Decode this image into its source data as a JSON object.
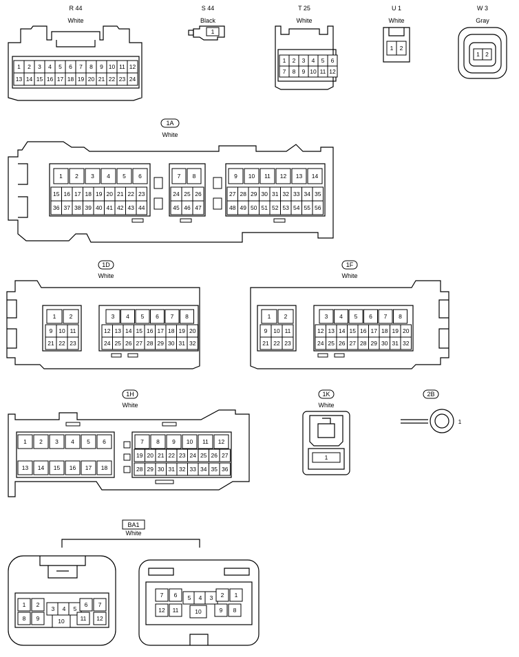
{
  "connectors": {
    "r44": {
      "name": "R 44",
      "color": "White",
      "rows": [
        [
          "1",
          "2",
          "3",
          "4",
          "5",
          "6",
          "7",
          "8",
          "9",
          "10",
          "11",
          "12"
        ],
        [
          "13",
          "14",
          "15",
          "16",
          "17",
          "18",
          "19",
          "20",
          "21",
          "22",
          "23",
          "24"
        ]
      ]
    },
    "s44": {
      "name": "S 44",
      "color": "Black",
      "rows": [
        [
          "1"
        ]
      ]
    },
    "t25": {
      "name": "T 25",
      "color": "White",
      "rows": [
        [
          "1",
          "2",
          "3",
          "4",
          "5",
          "6"
        ],
        [
          "7",
          "8",
          "9",
          "10",
          "11",
          "12"
        ]
      ]
    },
    "u1": {
      "name": "U 1",
      "color": "White",
      "rows": [
        [
          "1",
          "2"
        ]
      ]
    },
    "w3": {
      "name": "W 3",
      "color": "Gray",
      "rows": [
        [
          "1",
          "2"
        ]
      ]
    },
    "c1a": {
      "name": "1A",
      "color": "White",
      "g1": [
        [
          "1",
          "2",
          "3",
          "4",
          "5",
          "6"
        ],
        [
          "15",
          "16",
          "17",
          "18",
          "19",
          "20",
          "21",
          "22",
          "23"
        ],
        [
          "36",
          "37",
          "38",
          "39",
          "40",
          "41",
          "42",
          "43",
          "44"
        ]
      ],
      "g2": [
        [
          "7",
          "8"
        ],
        [
          "24",
          "25",
          "26"
        ],
        [
          "45",
          "46",
          "47"
        ]
      ],
      "g3": [
        [
          "9",
          "10",
          "11",
          "12",
          "13",
          "14"
        ],
        [
          "27",
          "28",
          "29",
          "30",
          "31",
          "32",
          "33",
          "34",
          "35"
        ],
        [
          "48",
          "49",
          "50",
          "51",
          "52",
          "53",
          "54",
          "55",
          "56"
        ]
      ]
    },
    "c1d": {
      "name": "1D",
      "color": "White",
      "left": [
        [
          "1",
          "2"
        ],
        [
          "9",
          "10",
          "11"
        ],
        [
          "21",
          "22",
          "23"
        ]
      ],
      "right": [
        [
          "3",
          "4",
          "5",
          "6",
          "7",
          "8"
        ],
        [
          "12",
          "13",
          "14",
          "15",
          "16",
          "17",
          "18",
          "19",
          "20"
        ],
        [
          "24",
          "25",
          "26",
          "27",
          "28",
          "29",
          "30",
          "31",
          "32"
        ]
      ]
    },
    "c1f": {
      "name": "1F",
      "color": "White",
      "left": [
        [
          "1",
          "2"
        ],
        [
          "9",
          "10",
          "11"
        ],
        [
          "21",
          "22",
          "23"
        ]
      ],
      "right": [
        [
          "3",
          "4",
          "5",
          "6",
          "7",
          "8"
        ],
        [
          "12",
          "13",
          "14",
          "15",
          "16",
          "17",
          "18",
          "19",
          "20"
        ],
        [
          "24",
          "25",
          "26",
          "27",
          "28",
          "29",
          "30",
          "31",
          "32"
        ]
      ]
    },
    "c1h": {
      "name": "1H",
      "color": "White",
      "left": [
        [
          "1",
          "2",
          "3",
          "4",
          "5",
          "6"
        ],
        [
          "13",
          "14",
          "15",
          "16",
          "17",
          "18"
        ]
      ],
      "right": [
        [
          "7",
          "8",
          "9",
          "10",
          "11",
          "12"
        ],
        [
          "19",
          "20",
          "21",
          "22",
          "23",
          "24",
          "25",
          "26",
          "27"
        ],
        [
          "28",
          "29",
          "30",
          "31",
          "32",
          "33",
          "34",
          "35",
          "36"
        ]
      ]
    },
    "c1k": {
      "name": "1K",
      "color": "White",
      "pin": "1"
    },
    "c2b": {
      "name": "2B",
      "pin": "1"
    },
    "ba1": {
      "name": "BA1",
      "color": "White",
      "left": [
        [
          "1",
          "2",
          "3",
          "4",
          "5",
          "6",
          "7"
        ],
        [
          "8",
          "9",
          "10",
          "11",
          "12"
        ]
      ],
      "right": [
        [
          "7",
          "6",
          "5",
          "4",
          "3",
          "2",
          "1"
        ],
        [
          "12",
          "11",
          "10",
          "9",
          "8"
        ]
      ]
    }
  },
  "colors": {
    "line": "#000000",
    "fill": "#ffffff"
  }
}
